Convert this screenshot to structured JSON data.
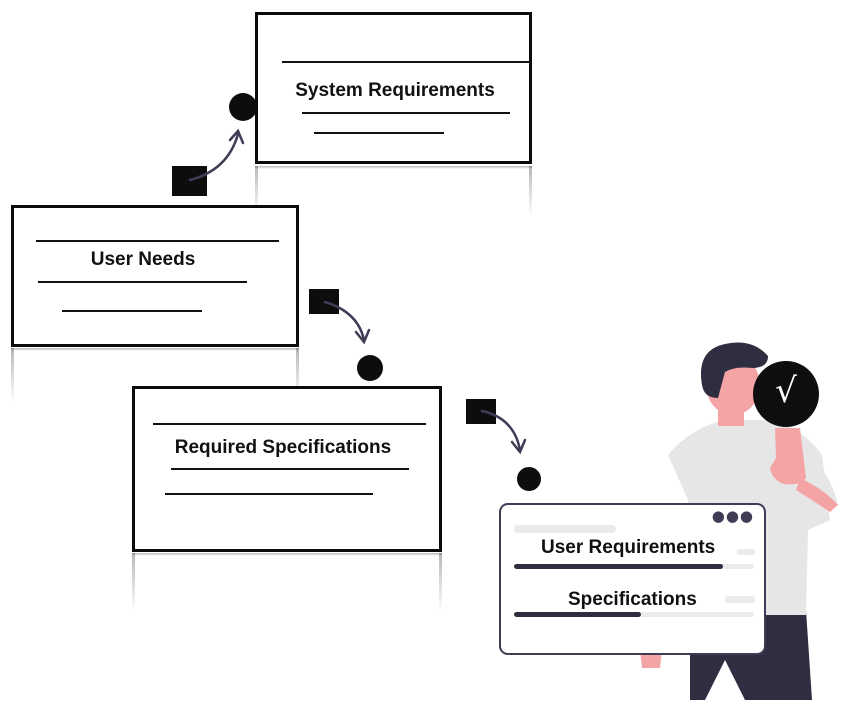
{
  "boxes": {
    "system": {
      "title": "System  Requirements"
    },
    "user_needs": {
      "title": "User Needs"
    },
    "required": {
      "title": "Required Specifications"
    }
  },
  "panel": {
    "line1": "User  Requirements",
    "line2": "Specifications",
    "menu_icon": "more-dots-icon"
  },
  "check": {
    "glyph": "√"
  },
  "colors": {
    "border": "#0b0b0b",
    "accent_dark": "#3f3d56",
    "skin": "#f4a4a4",
    "shirt": "#e6e6e6",
    "hair": "#2f2e41"
  }
}
